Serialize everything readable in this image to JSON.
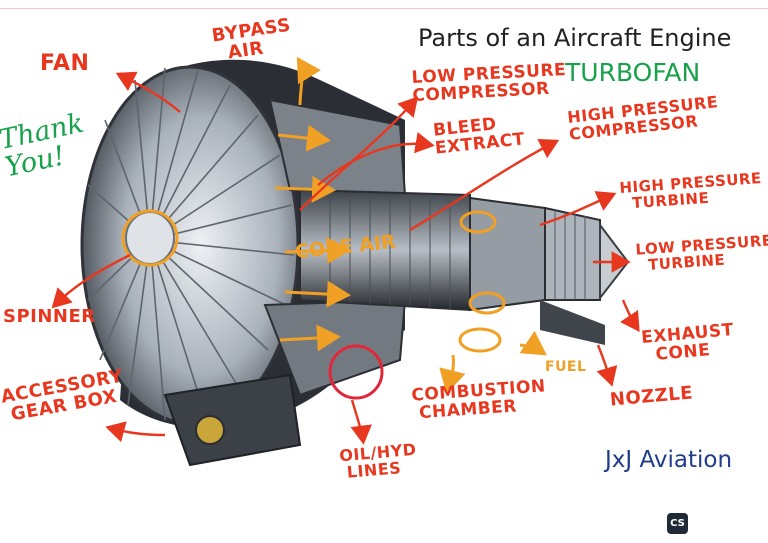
{
  "header": {
    "title": "Parts of an Aircraft Engine",
    "subtitle": "TURBOFAN"
  },
  "side_note": "Thank\nYou!",
  "brand": "JxJ Aviation",
  "badge": "CS",
  "labels": {
    "fan": "FAN",
    "bypass_air": "BYPASS\n  AIR",
    "low_pressure_compressor": "LOW PRESSURE\nCOMPRESSOR",
    "bleed_extract": "BLEED\nEXTRACT",
    "high_pressure_compressor": "HIGH PRESSURE\nCOMPRESSOR",
    "high_pressure_turbine": "HIGH PRESSURE\n  TURBINE",
    "low_pressure_turbine": "LOW PRESSURE\n  TURBINE",
    "exhaust_cone": "EXHAUST\n  CONE",
    "nozzle": "NOZZLE",
    "fuel": "FUEL",
    "combustion_chamber": "COMBUSTION\n CHAMBER",
    "oil_hyd_lines": "OIL/HYD\n LINES",
    "accessory_gear_box": "ACCESSORY\n GEAR BOX",
    "spinner": "SPINNER",
    "core_air": "CORE AIR"
  },
  "colors": {
    "label_red": "#e8371f",
    "accent_green": "#18a14b",
    "flow_orange": "#f0a024",
    "brand_blue": "#1f3b8a"
  }
}
